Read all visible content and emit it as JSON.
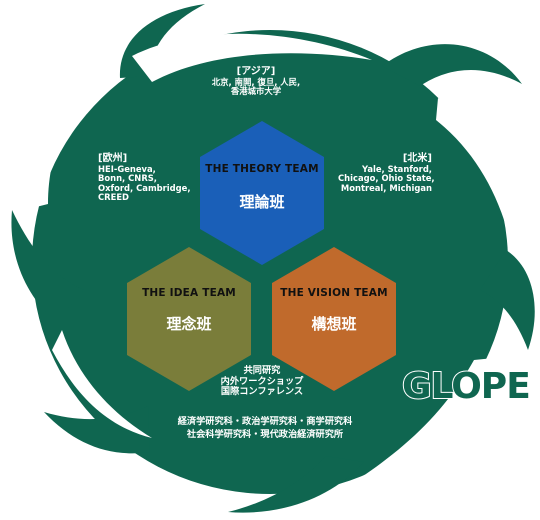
{
  "colors": {
    "swirl": "#0f6650",
    "theory_hex": "#1a5fb8",
    "idea_hex": "#7a7d3a",
    "vision_hex": "#c06a2c",
    "text": "#ffffff",
    "hex_title_text": "#111111"
  },
  "teams": {
    "theory": {
      "name": "THE THEORY TEAM",
      "jp": "理論班"
    },
    "idea": {
      "name": "THE IDEA TEAM",
      "jp": "理念班"
    },
    "vision": {
      "name": "THE VISION TEAM",
      "jp": "構想班"
    }
  },
  "regions": {
    "asia": {
      "title": "[アジア]",
      "lines": [
        "北京, 南開, 復旦, 人民,",
        "香港城市大学"
      ]
    },
    "europe": {
      "title": "[欧州]",
      "lines": [
        "HEI-Geneva,",
        "Bonn, CNRS,",
        "Oxford, Cambridge,",
        "CREED"
      ]
    },
    "north_america": {
      "title": "[北米]",
      "lines": [
        "Yale, Stanford,",
        "Chicago, Ohio State,",
        "Montreal, Michigan"
      ]
    }
  },
  "center_text": [
    "共同研究",
    "内外ワークショップ",
    "国際コンファレンス"
  ],
  "faculties": [
    "経済学研究科・政治学研究科・商学研究科",
    "社会科学研究科・現代政治経済研究所"
  ],
  "logo_text": "GLOPE"
}
